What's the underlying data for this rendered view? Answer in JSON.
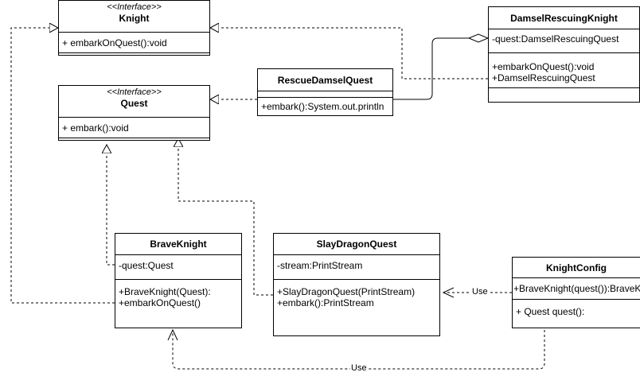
{
  "classes": {
    "knight": {
      "stereotype": "<<Interface>>",
      "name": "Knight",
      "methods": [
        "+ embarkOnQuest():void"
      ]
    },
    "quest": {
      "stereotype": "<<Interface>>",
      "name": "Quest",
      "methods": [
        "+ embark():void"
      ]
    },
    "rescue_damsel_quest": {
      "name": "RescueDamselQuest",
      "methods": [
        "+embark():System.out.println"
      ]
    },
    "damsel_rescuing_knight": {
      "name": "DamselRescuingKnight",
      "attributes": [
        "-quest:DamselRescuingQuest"
      ],
      "methods": [
        "+embarkOnQuest():void",
        "+DamselRescuingQuest"
      ]
    },
    "brave_knight": {
      "name": "BraveKnight",
      "attributes": [
        "-quest:Quest"
      ],
      "methods": [
        "+BraveKnight(Quest):",
        "+embarkOnQuest()"
      ]
    },
    "slay_dragon_quest": {
      "name": "SlayDragonQuest",
      "attributes": [
        "-stream:PrintStream"
      ],
      "methods": [
        "+SlayDragonQuest(PrintStream)",
        "+embark():PrintStream"
      ]
    },
    "knight_config": {
      "name": "KnightConfig",
      "attributes": [
        "+BraveKnight(quest()):BraveKnight"
      ],
      "methods": [
        "+ Quest quest():"
      ]
    }
  },
  "relations": {
    "use_label_1": "Use",
    "use_label_2": "Use"
  }
}
